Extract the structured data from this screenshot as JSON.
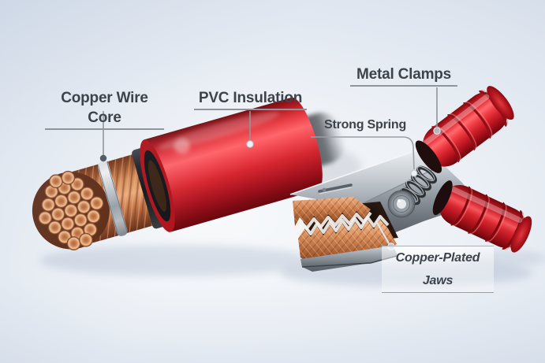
{
  "diagram": {
    "labels": {
      "copper_wire_core": "Copper Wire Core",
      "pvc_insulation": "PVC Insulation",
      "metal_clamps": "Metal Clamps",
      "strong_spring": "Strong Spring",
      "copper_plated_jaws": "Copper-Plated Jaws"
    },
    "colors": {
      "label_text": "#3c434a",
      "leader_line": "#8f959c",
      "insulation_red": "#dc1f2a",
      "copper": "#c97a48",
      "clamp_metal": "#9aa1a8",
      "handle_red": "#d8232e",
      "background": "#e6ebf3"
    }
  }
}
